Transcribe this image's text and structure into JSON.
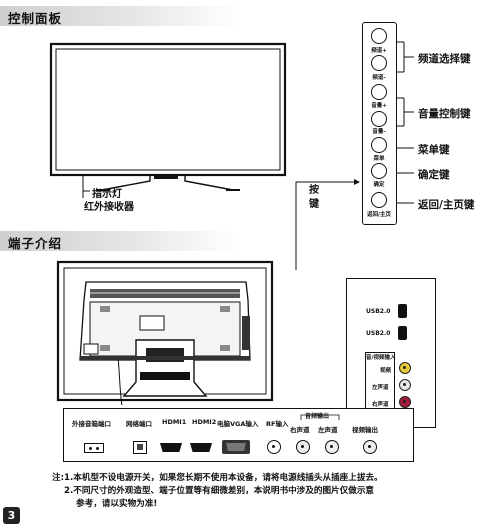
{
  "sections": {
    "control_panel": "控制面板",
    "terminals": "端子介绍"
  },
  "tv_labels": {
    "indicator": "指示灯",
    "ir_receiver": "红外接收器"
  },
  "keys_label": "按\n键",
  "buttons": [
    {
      "label": "频道+"
    },
    {
      "label": "频道-"
    },
    {
      "label": "音量+"
    },
    {
      "label": "音量-"
    },
    {
      "label": "菜单"
    },
    {
      "label": "确定"
    },
    {
      "label": "返回/主页"
    }
  ],
  "callouts": {
    "channel": "频道选择键",
    "volume": "音量控制键",
    "menu": "菜单键",
    "ok": "确定键",
    "back": "返回/主页键"
  },
  "side_panel": {
    "usb1": "USB2.0",
    "usb2": "USB2.0",
    "av_in": "音/视频输入",
    "video": "视频",
    "left": "左声道",
    "right": "右声道"
  },
  "bottom_ports": {
    "ext_speaker": "外接音箱端口",
    "network": "网络端口",
    "hdmi1": "HDMI1",
    "hdmi2": "HDMI2",
    "pc_vga": "电脑VGA输入",
    "rf": "RF输入",
    "audio_out": "音频输出",
    "right_ch": "右声道",
    "left_ch": "左声道",
    "video_out": "视频输出"
  },
  "notes": {
    "line1": "注:1.本机型不设电源开关，如果您长期不使用本设备，请将电源线插头从插座上拔去。",
    "line2": "2.不同尺寸的外观造型、端子位置等有细微差别，本说明书中涉及的图片仅做示意",
    "line3": "参考，请以实物为准!"
  },
  "page_number": "3"
}
